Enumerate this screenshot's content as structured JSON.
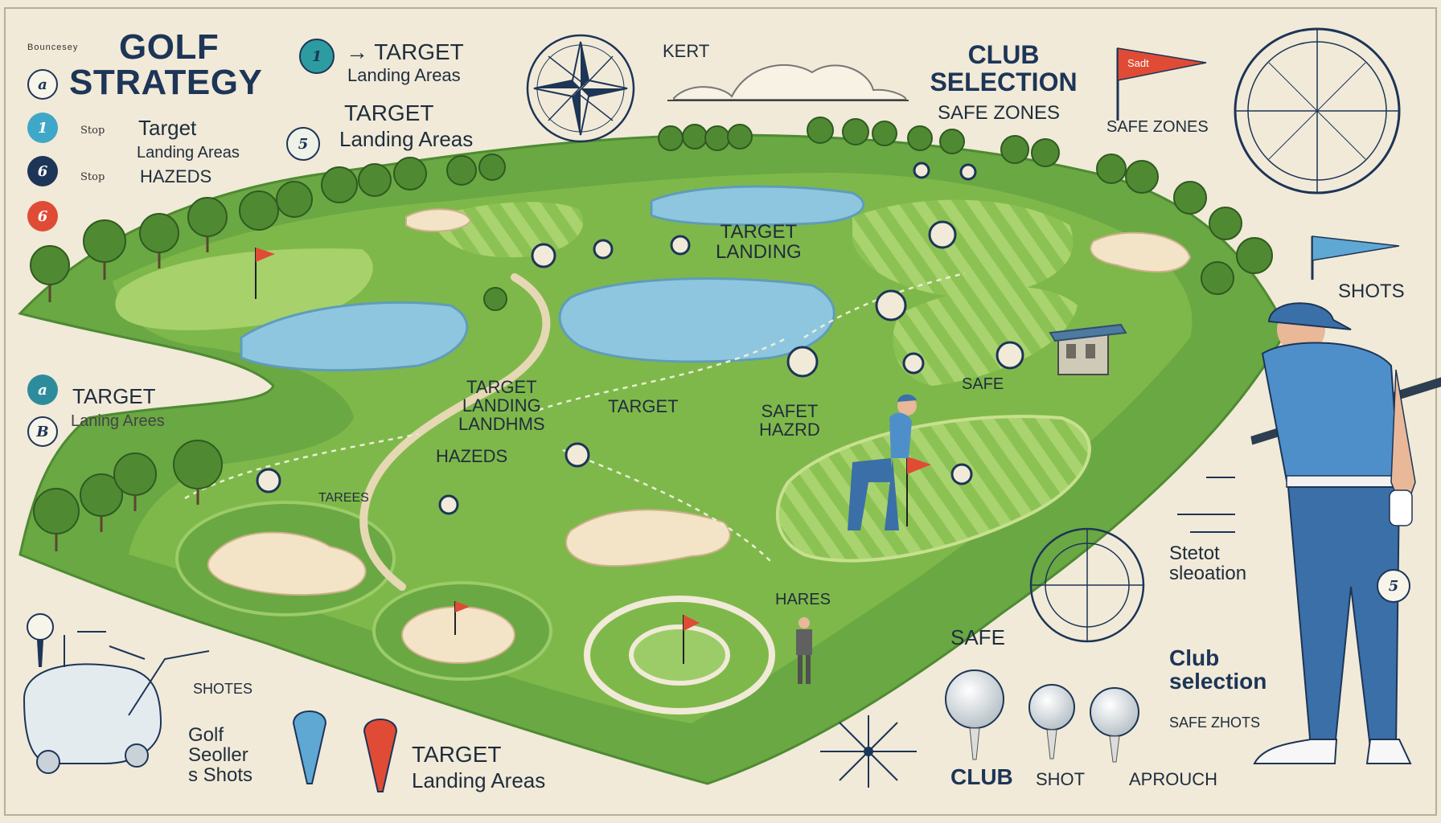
{
  "header": {
    "title_line1": "GOLF",
    "title_line2": "STRATEGY",
    "title_tag": "Bouncesey",
    "compass_kert": "KERT"
  },
  "legend": {
    "markers": [
      {
        "glyph": "a",
        "color": "#f7f4ea",
        "text_color": "#1d3557"
      },
      {
        "glyph": "1",
        "color": "#3fa7c8",
        "text_color": "#ffffff"
      },
      {
        "glyph": "6",
        "color": "#1d3557",
        "text_color": "#ffffff"
      },
      {
        "glyph": "6",
        "color": "#e04b35",
        "text_color": "#ffffff"
      },
      {
        "glyph": "a",
        "color": "#2d8c9c",
        "text_color": "#ffffff"
      },
      {
        "glyph": "B",
        "color": "#f7f4ea",
        "text_color": "#1d3557"
      },
      {
        "glyph": "1",
        "color": "#2d9ca0",
        "text_color": "#1d3557"
      },
      {
        "glyph": "5",
        "color": "#eef2e8",
        "text_color": "#1d3557"
      },
      {
        "glyph": "5",
        "color": "#f7f4ea",
        "text_color": "#1d3557"
      }
    ],
    "target_1": "Target",
    "landing_1": "Landing Areas",
    "stop_1": "Stop",
    "stop_2": "Stop",
    "hazards_1": "HAZEDS",
    "target_2": "TARGET",
    "landing_2": "Laning Arees"
  },
  "top_labels": {
    "target_a": "→ TARGET",
    "landing_a": "Landing Areas",
    "target_b": "TARGET",
    "landing_b": "Landing Areas",
    "club_selection": "CLUB SELECTION",
    "safe_zones_a": "SAFE ZONES",
    "safe_zones_b": "SAFE ZONES",
    "shots": "SHOTS",
    "flag_text": "Sadt"
  },
  "course_labels": {
    "target_landing": "TARGET\nLANDING",
    "target_landing_landfhms": "TARGET\nLANDING\nLANDHMS",
    "target_mid": "TARGET",
    "safet_hazrd": "SAFET\nHAZRD",
    "safe": "SAFE",
    "hazeds": "HAZEDS",
    "tarees": "TAREES",
    "hares": "HARES"
  },
  "bottom_labels": {
    "shotes": "SHOTES",
    "golf_block": "Golf\nSeoller\ns Shots",
    "tl_target": "TARGET",
    "tl_landing": "Landing Areas",
    "safe": "SAFE",
    "club": "CLUB",
    "shot": "SHOT",
    "aprouch": "APROUCH",
    "shot_selection": "Stetot\nsleoation",
    "club_selection_2": "Club\nselection",
    "safe_shots": "SAFE ZHOTS"
  },
  "colors": {
    "background": "#f1ead8",
    "fairway": "#7fb84a",
    "rough": "#5e9a3a",
    "water": "#8ec6e0",
    "sand": "#f3e3c7",
    "navy": "#1d3557",
    "flag_red": "#e04b35",
    "shirt_blue": "#4f8fc9"
  }
}
